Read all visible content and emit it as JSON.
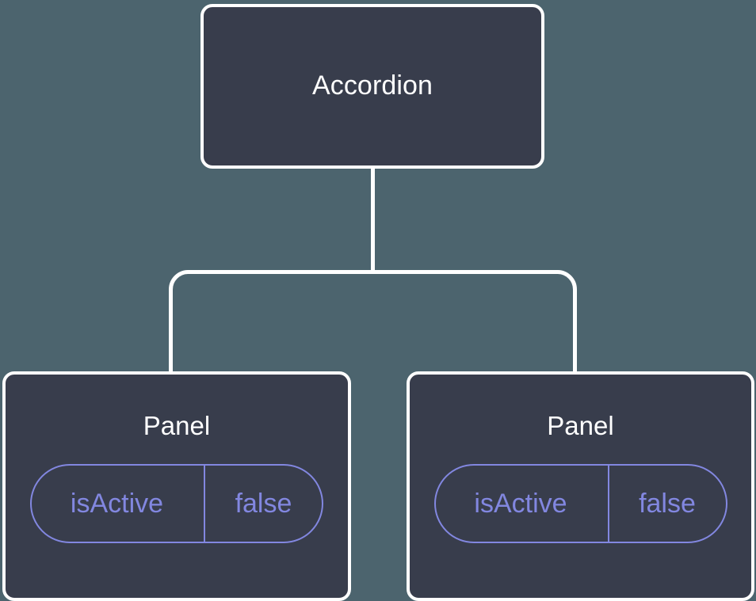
{
  "diagram": {
    "type": "component-tree",
    "background_color": "#4c646e",
    "node_fill_color": "#383d4c",
    "node_border_color": "#ffffff",
    "edge_color": "#ffffff",
    "title_color": "#ffffff",
    "prop_color": "#8287e0",
    "root": {
      "title": "Accordion"
    },
    "children": [
      {
        "title": "Panel",
        "prop": {
          "key": "isActive",
          "value": "false"
        }
      },
      {
        "title": "Panel",
        "prop": {
          "key": "isActive",
          "value": "false"
        }
      }
    ]
  }
}
